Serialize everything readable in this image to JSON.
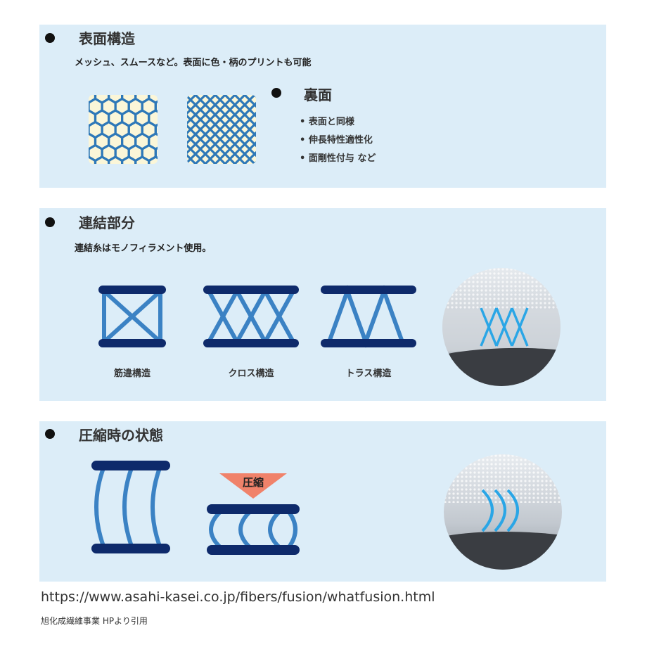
{
  "colors": {
    "panel_bg": "#dcedf8",
    "navy": "#0e2a6b",
    "blue": "#3b82c4",
    "mesh_bg": "#fbf6d8",
    "mesh_line": "#2e78b8",
    "compress_arrow": "#f0826a",
    "photo_fiber": "#2aa6e6"
  },
  "surface": {
    "heading": "表面構造",
    "description": "メッシュ、スムースなど。表面に色・柄のプリントも可能",
    "swatch_icons": [
      "hexagonal-mesh-icon",
      "diamond-mesh-icon"
    ],
    "back": {
      "heading": "裏面",
      "items": [
        "表面と同様",
        "伸長特性適性化",
        "面剛性付与 など"
      ]
    }
  },
  "connection": {
    "heading": "連結部分",
    "description": "連結糸はモノフィラメント使用。",
    "structures": [
      {
        "label": "筋違構造",
        "icon": "brace-structure-icon"
      },
      {
        "label": "クロス構造",
        "icon": "cross-structure-icon"
      },
      {
        "label": "トラス構造",
        "icon": "truss-structure-icon"
      }
    ],
    "photo_icon": "fabric-cross-section-photo"
  },
  "compression": {
    "heading": "圧縮時の状態",
    "arrow_label": "圧縮",
    "icons": [
      "uncompressed-structure-icon",
      "compressed-structure-icon",
      "compressed-fabric-photo"
    ]
  },
  "source": {
    "url": "https://www.asahi-kasei.co.jp/fibers/fusion/whatfusion.html",
    "note": "旭化成繊維事業 HPより引用"
  }
}
